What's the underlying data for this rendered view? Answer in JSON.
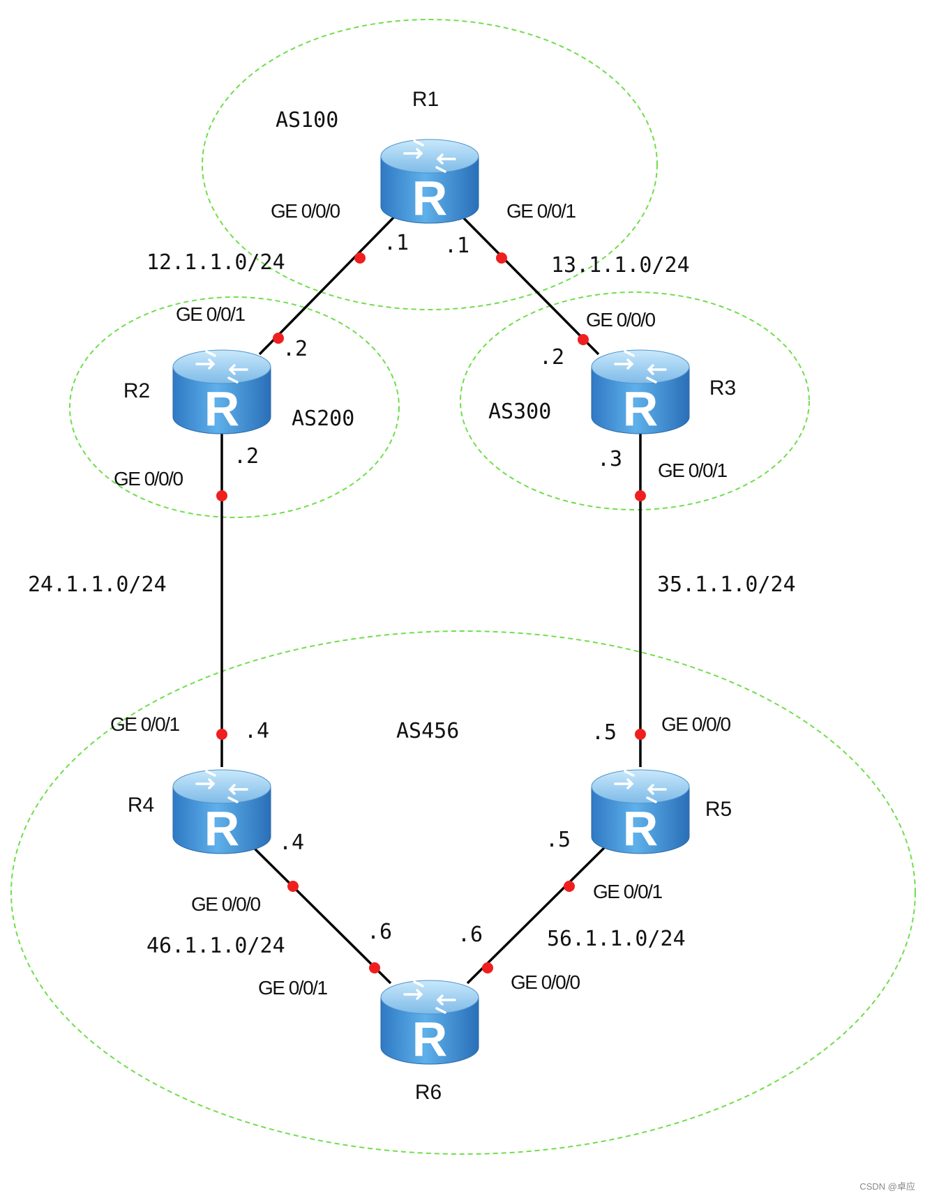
{
  "colors": {
    "as_boundary": "#6ede4a",
    "link": "#000000",
    "interface_dot": "#ef1f1f",
    "router_body": "#3f8fd8",
    "router_top": "#9ad0f5"
  },
  "autonomous_systems": [
    {
      "id": "as100",
      "label": "AS100"
    },
    {
      "id": "as200",
      "label": "AS200"
    },
    {
      "id": "as300",
      "label": "AS300"
    },
    {
      "id": "as456",
      "label": "AS456"
    }
  ],
  "routers": [
    {
      "id": "r1",
      "name": "R1",
      "glyph": "R"
    },
    {
      "id": "r2",
      "name": "R2",
      "glyph": "R"
    },
    {
      "id": "r3",
      "name": "R3",
      "glyph": "R"
    },
    {
      "id": "r4",
      "name": "R4",
      "glyph": "R"
    },
    {
      "id": "r5",
      "name": "R5",
      "glyph": "R"
    },
    {
      "id": "r6",
      "name": "R6",
      "glyph": "R"
    }
  ],
  "links": [
    {
      "id": "r1-r2",
      "subnet": "12.1.1.0/24"
    },
    {
      "id": "r1-r3",
      "subnet": "13.1.1.0/24"
    },
    {
      "id": "r2-r4",
      "subnet": "24.1.1.0/24"
    },
    {
      "id": "r3-r5",
      "subnet": "35.1.1.0/24"
    },
    {
      "id": "r4-r6",
      "subnet": "46.1.1.0/24"
    },
    {
      "id": "r5-r6",
      "subnet": "56.1.1.0/24"
    }
  ],
  "interfaces": [
    {
      "router": "R1",
      "port": "GE 0/0/0",
      "host": ".1"
    },
    {
      "router": "R1",
      "port": "GE 0/0/1",
      "host": ".1"
    },
    {
      "router": "R2",
      "port": "GE 0/0/1",
      "host": ".2"
    },
    {
      "router": "R2",
      "port": "GE 0/0/0",
      "host": ".2"
    },
    {
      "router": "R3",
      "port": "GE 0/0/0",
      "host": ".2"
    },
    {
      "router": "R3",
      "port": "GE 0/0/1",
      "host": ".3"
    },
    {
      "router": "R4",
      "port": "GE 0/0/1",
      "host": ".4"
    },
    {
      "router": "R4",
      "port": "GE 0/0/0",
      "host": ".4"
    },
    {
      "router": "R5",
      "port": "GE 0/0/0",
      "host": ".5"
    },
    {
      "router": "R5",
      "port": "GE 0/0/1",
      "host": ".5"
    },
    {
      "router": "R6",
      "port": "GE 0/0/1",
      "host": ".6"
    },
    {
      "router": "R6",
      "port": "GE 0/0/0",
      "host": ".6"
    }
  ],
  "watermark": "CSDN @卓应"
}
